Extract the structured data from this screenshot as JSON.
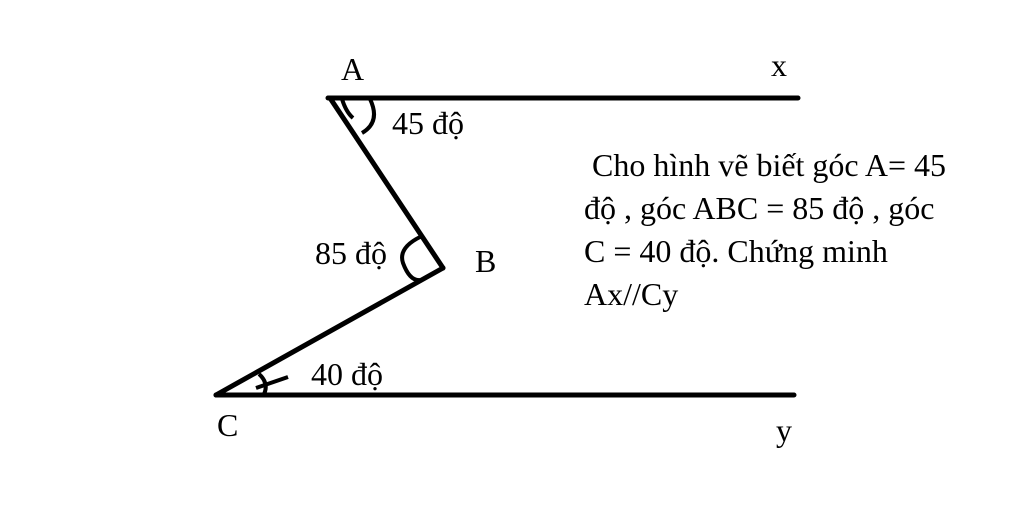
{
  "diagram": {
    "points": {
      "A": "A",
      "B": "B",
      "C": "C",
      "x": "x",
      "y": "y"
    },
    "angles": {
      "A": "45 độ",
      "B": "85 độ",
      "C": "40 độ"
    },
    "line_color": "#000000"
  },
  "problem": {
    "lines": [
      " Cho hình vẽ biết góc A= 45",
      "độ , góc ABC = 85 độ , góc",
      "C = 40 độ. Chứng minh",
      "Ax//Cy"
    ]
  }
}
